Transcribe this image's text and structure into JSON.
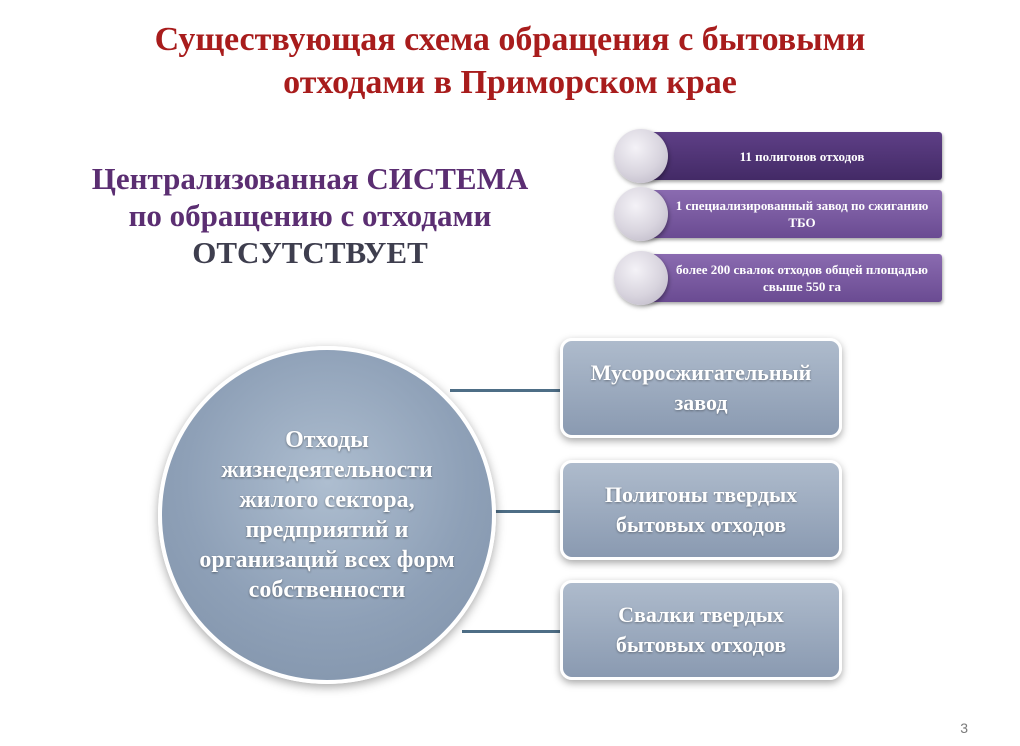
{
  "title": {
    "line1": "Существующая схема обращения с бытовыми",
    "line2": "отходами в Приморском крае"
  },
  "subtitle": {
    "line1": "Централизованная СИСТЕМА",
    "line2": "по обращению с отходами",
    "line3": "ОТСУТСТВУЕТ"
  },
  "facts": [
    {
      "text": "11 полигонов отходов"
    },
    {
      "text": "1 специализированный завод по сжиганию ТБО"
    },
    {
      "text": "более 200 свалок отходов общей площадью свыше 550 га"
    }
  ],
  "center": {
    "text": "Отходы жизнедеятельности жилого сектора, предприятий и организаций всех форм собственности"
  },
  "targets": [
    {
      "text": "Мусоросжигательный завод"
    },
    {
      "text": "Полигоны твердых бытовых отходов"
    },
    {
      "text": "Свалки твердых бытовых отходов"
    }
  ],
  "page_number": "3",
  "colors": {
    "title": "#a81c1c",
    "subtitle": "#5b2e72",
    "fact_dark": "#5e3f86",
    "fact_light": "#8a6bb0",
    "node": "#8ea0b7",
    "connector": "#4e6e86"
  }
}
